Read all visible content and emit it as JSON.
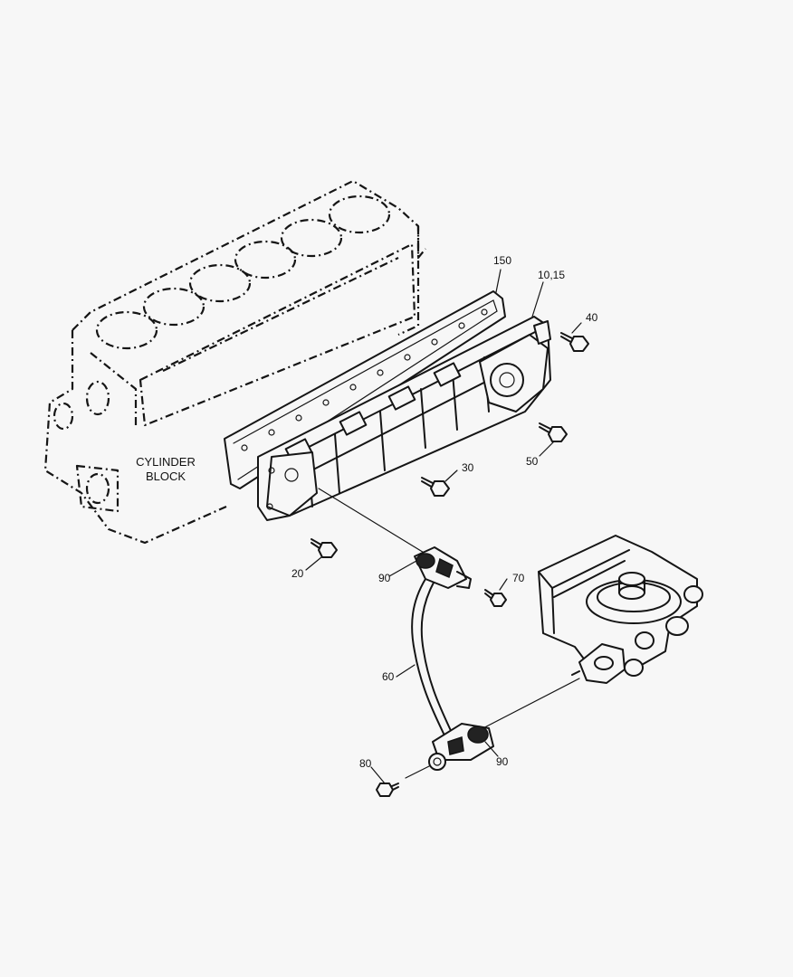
{
  "diagram": {
    "block_label_line1": "CYLINDER",
    "block_label_line2": "BLOCK",
    "callouts": {
      "c150": "150",
      "c10_15": "10,15",
      "c40": "40",
      "c50": "50",
      "c30": "30",
      "c20": "20",
      "c90_top": "90",
      "c70": "70",
      "c60": "60",
      "c80": "80",
      "c90_bottom": "90"
    },
    "colors": {
      "ink": "#151515",
      "paper": "#f7f7f7"
    }
  }
}
